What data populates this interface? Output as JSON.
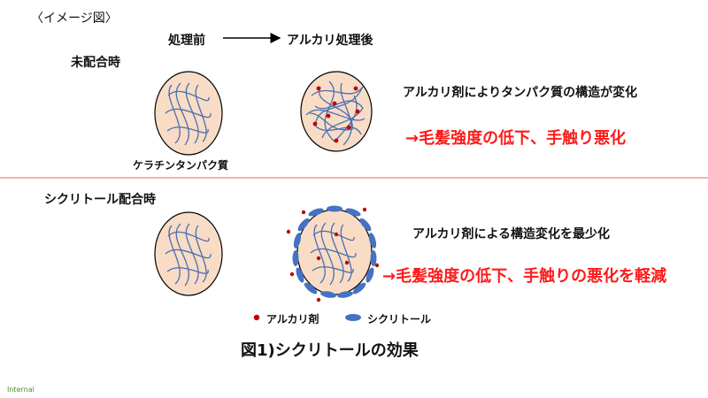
{
  "header": "〈イメージ図〉",
  "process": {
    "before": "処理前",
    "after": "アルカリ処理後"
  },
  "section1": {
    "title": "未配合時",
    "keratin_label": "ケラチンタンパク質",
    "desc": "アルカリ剤によりタンパク質の構造が変化",
    "result": "→毛髪強度の低下、手触り悪化"
  },
  "section2": {
    "title": "シクリトール配合時",
    "desc": "アルカリ剤による構造変化を最少化",
    "result": "→毛髪強度の低下、手触りの悪化を軽減"
  },
  "legend": {
    "alkali": "アルカリ剤",
    "cyclitol": "シクリトール"
  },
  "caption": "図1)シクリトールの効果",
  "footer": "Internal",
  "colors": {
    "hair_fill": "#f8dcc6",
    "strand": "#4a6fb0",
    "alkali_dot": "#c00000",
    "cyclitol": "#4472c4",
    "divider": "#e06666",
    "emphasis": "#ff1a1a"
  }
}
